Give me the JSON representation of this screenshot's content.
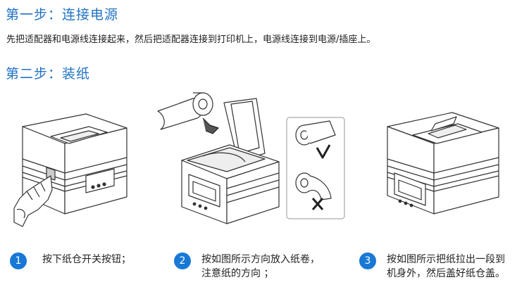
{
  "section1": {
    "heading": "第一步：连接电源",
    "paragraph": "先把适配器和电源线连接起来，然后把适配器连接到打印机上，电源线连接到电源/插座上。"
  },
  "section2": {
    "heading": "第二步：装纸",
    "steps": [
      {
        "number": "1",
        "lines": [
          "按下纸仓开关按钮；"
        ]
      },
      {
        "number": "2",
        "lines": [
          "按如图所示方向放入纸卷，",
          "注意纸的方向 ；"
        ]
      },
      {
        "number": "3",
        "lines": [
          "按如图所示把纸拉出一段到",
          "机身外，然后盖好纸仓盖。"
        ]
      }
    ]
  },
  "colors": {
    "heading": "#1f72c4",
    "step_circle": "#1878d6",
    "correct_mark": "#222222",
    "wrong_mark": "#222222"
  },
  "icons": [
    "printer-closed-icon",
    "hand-pressing-icon",
    "paper-roll-icon",
    "check-mark-icon",
    "cross-mark-icon"
  ]
}
